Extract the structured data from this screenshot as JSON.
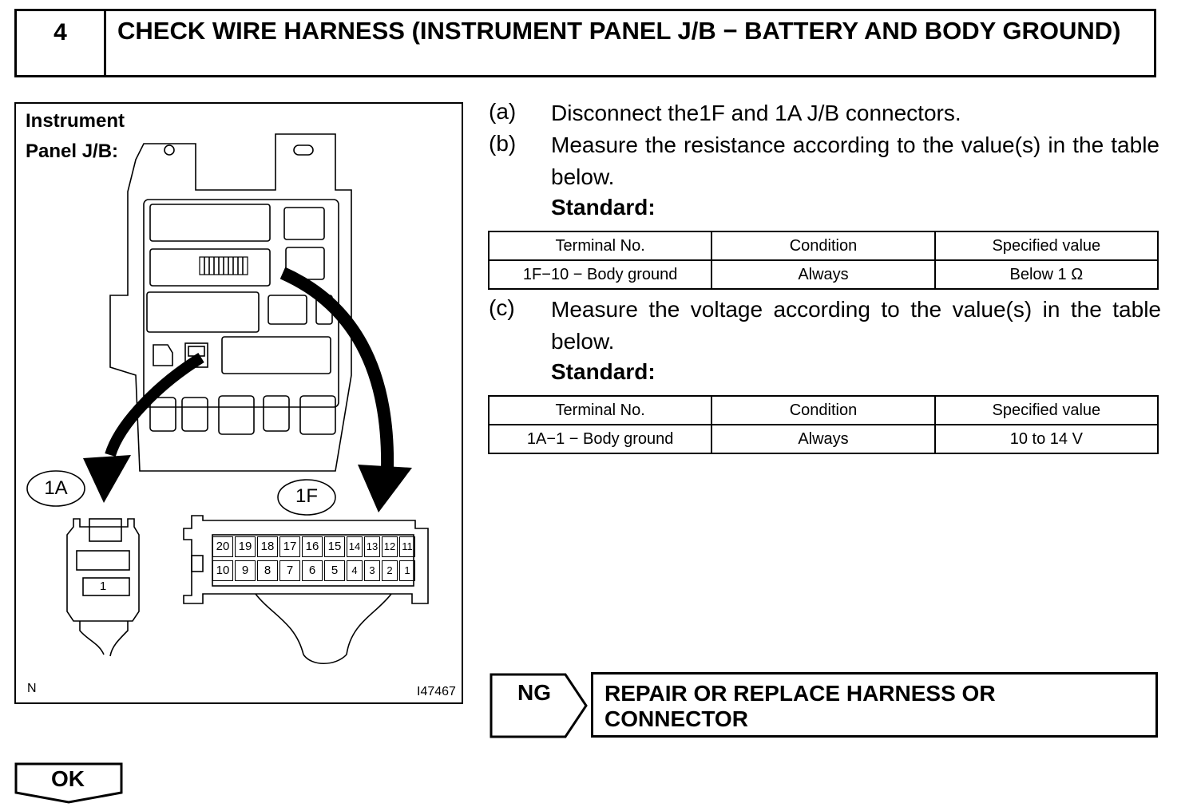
{
  "header": {
    "step_number": "4",
    "title": "CHECK WIRE HARNESS (INSTRUMENT PANEL J/B − BATTERY AND BODY GROUND)"
  },
  "figure": {
    "label_line1": "Instrument",
    "label_line2": "Panel J/B:",
    "connector_1a": "1A",
    "connector_1f": "1F",
    "pin_1a": "1",
    "pins_top": [
      "20",
      "19",
      "18",
      "17",
      "16",
      "15",
      "14",
      "13",
      "12",
      "11"
    ],
    "pins_bottom": [
      "10",
      "9",
      "8",
      "7",
      "6",
      "5",
      "4",
      "3",
      "2",
      "1"
    ],
    "corner_n": "N",
    "figure_id": "I47467"
  },
  "steps": {
    "a": {
      "letter": "(a)",
      "text": "Disconnect the1F and 1A J/B  connectors."
    },
    "b": {
      "letter": "(b)",
      "text": "Measure the resistance according to the value(s) in the table below.",
      "standard": "Standard:"
    },
    "c": {
      "letter": "(c)",
      "text": "Measure the voltage according to the value(s) in the table below.",
      "standard": "Standard:"
    }
  },
  "table1": {
    "headers": [
      "Terminal No.",
      "Condition",
      "Specified value"
    ],
    "rows": [
      [
        "1F−10 − Body ground",
        "Always",
        "Below 1 Ω"
      ]
    ]
  },
  "table2": {
    "headers": [
      "Terminal No.",
      "Condition",
      "Specified value"
    ],
    "rows": [
      [
        "1A−1 − Body ground",
        "Always",
        "10 to 14 V"
      ]
    ]
  },
  "ng": {
    "label": "NG",
    "action_line1": "REPAIR OR REPLACE HARNESS OR",
    "action_line2": "CONNECTOR"
  },
  "ok": {
    "label": "OK"
  }
}
